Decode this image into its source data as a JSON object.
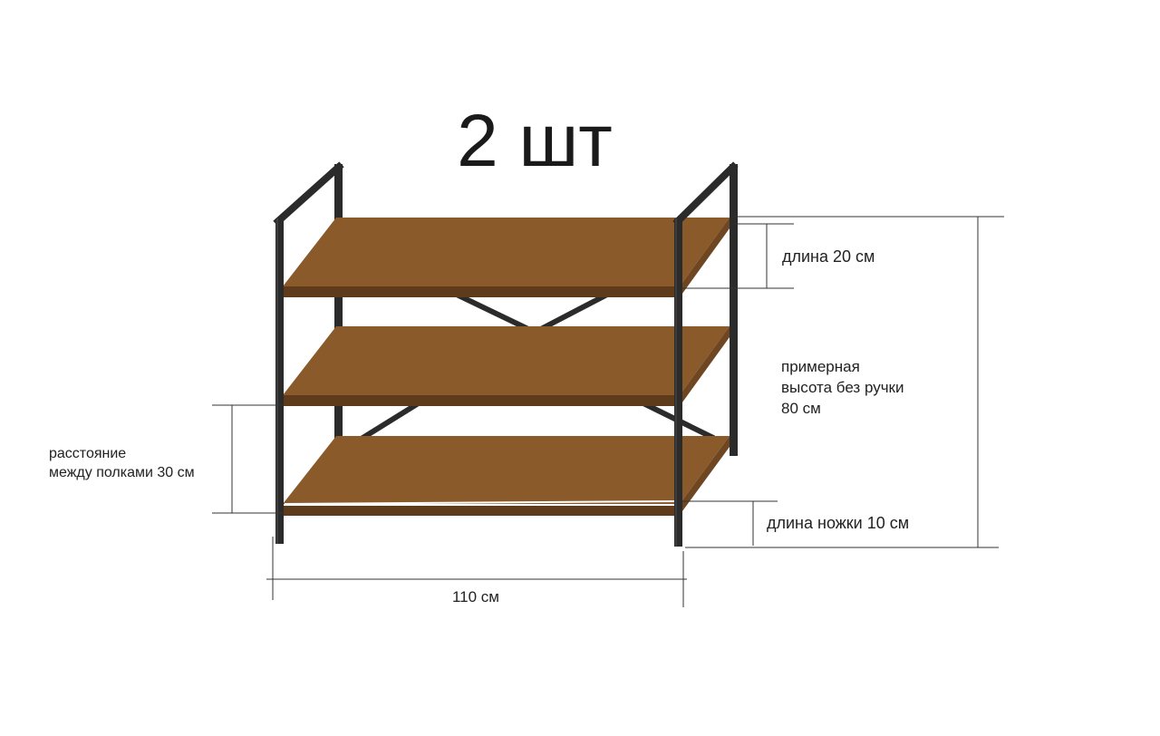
{
  "title": "2 шт",
  "labels": {
    "shelf_length": "длина 20 см",
    "height_line1": "примерная",
    "height_line2": "высота без ручки",
    "height_line3": "80 см",
    "shelf_spacing_line1": "расстояние",
    "shelf_spacing_line2": "между полками  30 см",
    "leg_length": "длина ножки 10 см",
    "width": "110 см"
  },
  "colors": {
    "frame": "#2b2b2b",
    "shelf_top": "#8b5a2b",
    "shelf_front": "#5e3b1b",
    "background": "#ffffff"
  }
}
